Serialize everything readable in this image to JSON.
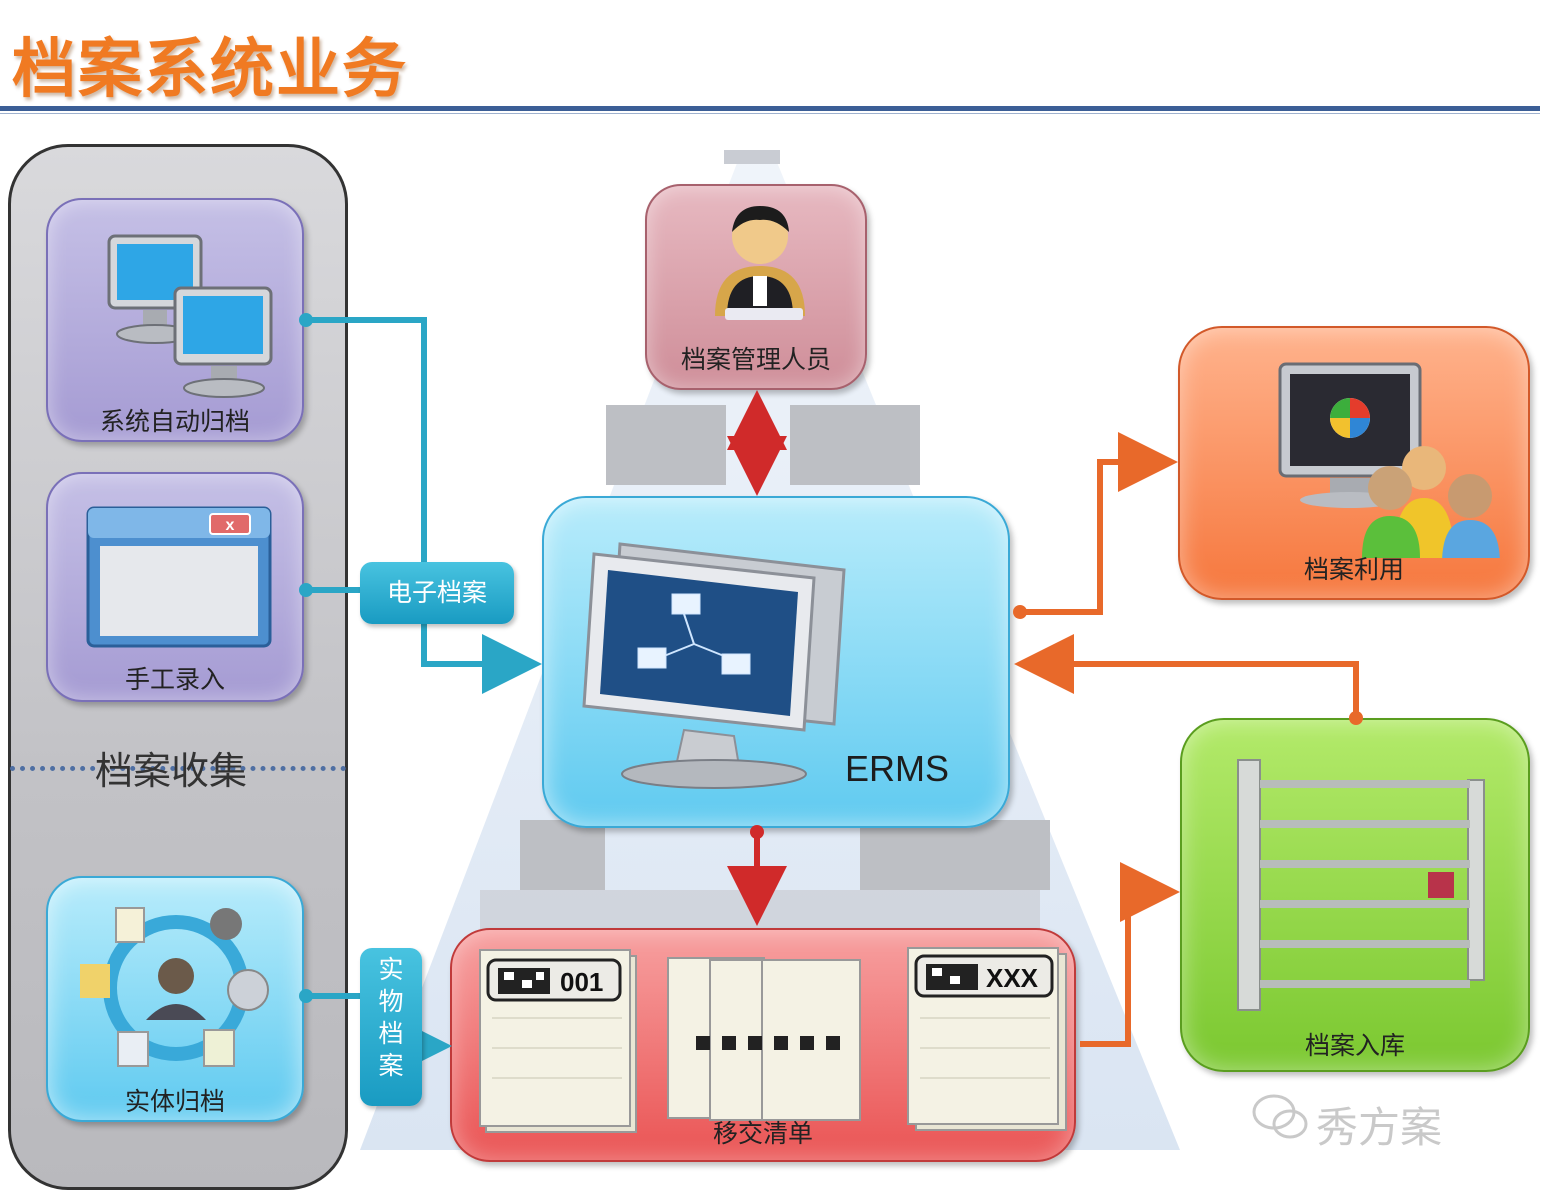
{
  "title": "档案系统业务",
  "collection": {
    "section_label": "档案收集",
    "auto_archive": "系统自动归档",
    "manual_entry": "手工录入",
    "physical_archive": "实体归档"
  },
  "tags": {
    "electronic": "电子档案",
    "physical_chars": [
      "实",
      "物",
      "档",
      "案"
    ]
  },
  "manager": "档案管理人员",
  "erms": "ERMS",
  "usage": "档案利用",
  "storage": "档案入库",
  "transfer": {
    "label": "移交清单",
    "badge_first": "001",
    "badge_last": "XXX"
  },
  "watermark": "秀方案",
  "colors": {
    "title": "#f07a22",
    "teal_line": "#2aa6c6",
    "red_line": "#d02a2a",
    "orange_line": "#e8692a"
  }
}
